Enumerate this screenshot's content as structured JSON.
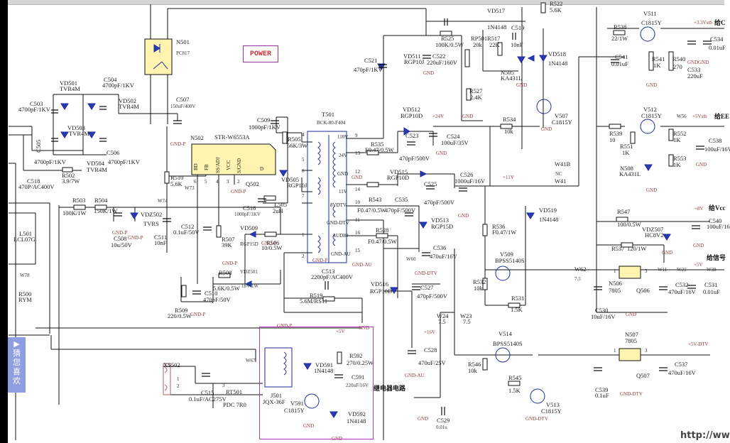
{
  "title_box": "POWER",
  "relay_section_label": "继电器电路",
  "side_panel": {
    "arrow": "▶",
    "chars": [
      "猜",
      "您",
      "喜",
      "欢"
    ]
  },
  "watermark": "http://ww",
  "components": {
    "N501": {
      "ref": "N501",
      "value": "PC817"
    },
    "N502": {
      "ref": "N502",
      "value": "STR-W6553A",
      "pins": [
        "BD",
        "FB",
        "SS/ADJ",
        "VCC",
        "S/GND",
        "D"
      ],
      "pin_numbers": [
        "6",
        "5",
        "4",
        "3",
        "2",
        "1"
      ]
    },
    "T501": {
      "ref": "T501",
      "value": "BCK-80-F404",
      "primary_pins": [
        "4",
        "5",
        "6",
        "7",
        "1",
        "2"
      ],
      "secondary_taps": [
        "110V",
        "24V",
        "GND",
        "11V",
        "8VDTV",
        "GND-DTV",
        "AUDIO",
        "GND-AU"
      ],
      "secondary_pins": [
        "9",
        "13",
        "12",
        "14",
        "10",
        "11",
        "16",
        "15"
      ],
      "bottom_label": "GND-P"
    },
    "VD501": {
      "ref": "VD501",
      "value": "TVR4M"
    },
    "VD502": {
      "ref": "VD502",
      "value": "TVR4M"
    },
    "VD503": {
      "ref": "VD503",
      "value": "TVR4M"
    },
    "VD504": {
      "ref": "VD504",
      "value": "TVR4M"
    },
    "C503": {
      "ref": "C503",
      "value": "4700pF/1KV"
    },
    "C504": {
      "ref": "C504",
      "value": "4700pF/1KV"
    },
    "C505": {
      "ref": "C505",
      "value": "4700pF/1KV"
    },
    "C506": {
      "ref": "C506",
      "value": "4700pF/1KV"
    },
    "C507": {
      "ref": "C507",
      "value": "150uF/400V"
    },
    "C518": {
      "ref": "C518",
      "value": "470P/AC400V"
    },
    "R502": {
      "ref": "R502",
      "value": "3.9/7W"
    },
    "R503": {
      "ref": "R503",
      "value": "100K/1W"
    },
    "R504": {
      "ref": "R504",
      "value": "150K/1W"
    },
    "C508": {
      "ref": "C508",
      "value": "10u/50V"
    },
    "VDZ502": {
      "ref": "VDZ502",
      "value": "TVRS"
    },
    "L501": {
      "ref": "L501",
      "value": "LCL07G"
    },
    "W78": {
      "ref": "W78"
    },
    "R500": {
      "ref": "R500",
      "value": "RYM"
    },
    "R510": {
      "ref": "R510",
      "value": "5.6K"
    },
    "W73": {
      "ref": "W73"
    },
    "W74": {
      "ref": "W74"
    },
    "C511": {
      "ref": "C511",
      "value": "10nF"
    },
    "C512": {
      "ref": "C512",
      "value": "0.1uF/50V"
    },
    "R507": {
      "ref": "R507",
      "value": "39K"
    },
    "Q502": {
      "ref": "Q502"
    },
    "C509": {
      "ref": "C509",
      "value": "1000pF/1KV"
    },
    "R505": {
      "ref": "R505",
      "value": "56K/3W"
    },
    "VD505": {
      "ref": "VD505",
      "value": "RGP10J"
    },
    "L505": {
      "ref": "L505",
      "value": "2uH"
    },
    "C516": {
      "ref": "C516",
      "value": "1000pF/1KV"
    },
    "VD509": {
      "ref": "VD509",
      "value": "RGP15D"
    },
    "R506": {
      "ref": "R506",
      "value": "10/0.5W"
    },
    "R508": {
      "ref": "R508",
      "value": "5.6K/0.5W"
    },
    "VDZ501": {
      "ref": "VDZ501",
      "value": "18V/1W"
    },
    "C510": {
      "ref": "C510",
      "value": "470pF/50V"
    },
    "R509": {
      "ref": "R509",
      "value": "220/0.5W"
    },
    "C513": {
      "ref": "C513",
      "value": "2200pF/AC400V"
    },
    "R519": {
      "ref": "R519",
      "value": "5.6M/RS11"
    },
    "XS502": {
      "ref": "XS502",
      "pins": [
        "1",
        "2"
      ]
    },
    "C515": {
      "ref": "C515",
      "value": "0.1uF/AC275V"
    },
    "RT501": {
      "ref": "RT501",
      "value": "PDC 7R0",
      "pin": "3"
    },
    "W67": {
      "ref": "W67"
    },
    "J501": {
      "ref": "J501",
      "value": "JQX-36F"
    },
    "VD591": {
      "ref": "VD591",
      "value": "1N4148"
    },
    "R592": {
      "ref": "R592",
      "value": "270/0.25W"
    },
    "C591": {
      "ref": "C591",
      "value": "220uF/16V"
    },
    "V591": {
      "ref": "V591",
      "value": "C1815Y"
    },
    "VD592": {
      "ref": "VD592",
      "value": "1N4148"
    },
    "C521": {
      "ref": "C521",
      "value": "470pF/1KV"
    },
    "VD511": {
      "ref": "VD511",
      "value": "RGP10J"
    },
    "C522": {
      "ref": "C522",
      "value": "220uF/160V"
    },
    "R525": {
      "ref": "R525",
      "value": "100K/0.5W"
    },
    "RP501": {
      "ref": "RP501",
      "value": "20k"
    },
    "R517": {
      "ref": "R517",
      "value": "22K"
    },
    "C519": {
      "ref": "C519",
      "value": "10nF"
    },
    "VD517": {
      "ref": "VD517",
      "value": "1N4148"
    },
    "N505": {
      "ref": "N505",
      "value": "KA431L"
    },
    "R527": {
      "ref": "R527",
      "value": "2.4K"
    },
    "R522": {
      "ref": "R522",
      "value": "5.6K"
    },
    "VD518": {
      "ref": "VD518",
      "value": "1N4148"
    },
    "V507": {
      "ref": "V507",
      "value": "C1815Y"
    },
    "VD512": {
      "ref": "VD512",
      "value": "RGP10D"
    },
    "C523": {
      "ref": "C523",
      "value": "470pF/500V"
    },
    "R535": {
      "ref": "R535",
      "value": "F0.47/0.5W"
    },
    "C524": {
      "ref": "C524",
      "value": "100uF/35V"
    },
    "R534": {
      "ref": "R534",
      "value": "10k"
    },
    "VD515": {
      "ref": "VD515",
      "value": "RGP10D"
    },
    "C525": {
      "ref": "C525",
      "value": "470pF/500V"
    },
    "C526": {
      "ref": "C526",
      "value": "1000uF/16V"
    },
    "R543": {
      "ref": "R543",
      "value": "F0.47/0.5W"
    },
    "C535": {
      "ref": "C535",
      "value": "470pF/500V"
    },
    "VD513": {
      "ref": "VD513",
      "value": "RGP15D"
    },
    "C536": {
      "ref": "C536",
      "value": "470uF/16V"
    },
    "W66": {
      "ref": "W66"
    },
    "R528": {
      "ref": "R528",
      "value": "F0.47/0.5W"
    },
    "VD516": {
      "ref": "VD516",
      "value": "RGP10D"
    },
    "C527": {
      "ref": "C527",
      "value": "470pF/500V"
    },
    "W24": {
      "ref": "W24",
      "value": "7.5"
    },
    "W23": {
      "ref": "W23",
      "value": "7.5"
    },
    "C528": {
      "ref": "C528",
      "value": "470uF/25V"
    },
    "C529": {
      "ref": "C529",
      "value": "0.01u"
    },
    "R536": {
      "ref": "R536",
      "value": "F0.47/1W"
    },
    "V509": {
      "ref": "V509",
      "value": "BPSS5140S"
    },
    "R532": {
      "ref": "R532",
      "value": "10k"
    },
    "R531": {
      "ref": "R531",
      "value": "1.5K"
    },
    "VD519": {
      "ref": "VD519",
      "value": "1N4148"
    },
    "W41B": {
      "ref": "W41B",
      "value": "NC"
    },
    "W41": {
      "ref": "W41"
    },
    "V514": {
      "ref": "V514",
      "value": "BPSS5140S"
    },
    "R546": {
      "ref": "R546",
      "value": "10k"
    },
    "R545": {
      "ref": "R545",
      "value": "1.5K"
    },
    "V513": {
      "ref": "V513",
      "value": "C1815Y"
    },
    "R538": {
      "ref": "R538",
      "value": "22/1W"
    },
    "V511": {
      "ref": "V511",
      "value": "C1815Y"
    },
    "C541": {
      "ref": "C541",
      "value": "0.01uF"
    },
    "R541": {
      "ref": "R541",
      "value": "1K"
    },
    "R540": {
      "ref": "R540",
      "value": "270"
    },
    "C533": {
      "ref": "C533",
      "value": "220uF"
    },
    "C534": {
      "ref": "C534",
      "value": "0.01uF"
    },
    "R539": {
      "ref": "R539",
      "value": "10"
    },
    "V512": {
      "ref": "V512",
      "value": "C1815Y"
    },
    "R551": {
      "ref": "R551",
      "value": "1K"
    },
    "R552": {
      "ref": "R552",
      "value": "1K"
    },
    "R553": {
      "ref": "R553",
      "value": "1K"
    },
    "N508": {
      "ref": "N508",
      "value": "KA431L"
    },
    "W56": {
      "ref": "W56"
    },
    "C538": {
      "ref": "C538",
      "value": "100uF/16V"
    },
    "R547": {
      "ref": "R547",
      "value": "100/0.5W"
    },
    "VDZ507": {
      "ref": "VDZ507",
      "value": "HC8V2"
    },
    "C540": {
      "ref": "C540",
      "value": "100uF/16V"
    },
    "R537": {
      "ref": "R537",
      "value": "120/1W"
    },
    "W62": {
      "ref": "W62",
      "value": "7.5"
    },
    "N506": {
      "ref": "N506",
      "value": "7805",
      "pins": [
        "1",
        "3",
        "2"
      ]
    },
    "Q506": {
      "ref": "Q506"
    },
    "C530": {
      "ref": "C530",
      "value": "10uF/16V"
    },
    "W11": {
      "ref": "W11"
    },
    "W21": {
      "ref": "W21"
    },
    "W38": {
      "ref": "W38"
    },
    "C532": {
      "ref": "C532",
      "value": "470uF/16V"
    },
    "C531": {
      "ref": "C531",
      "value": "0.01uF"
    },
    "N507": {
      "ref": "N507",
      "value": "7805",
      "pins": [
        "1",
        "3",
        "2"
      ]
    },
    "Q507": {
      "ref": "Q507"
    },
    "C539": {
      "ref": "C539",
      "value": "0.1uF"
    },
    "C537": {
      "ref": "C537",
      "value": "470uF/16V"
    }
  },
  "nets": {
    "gnd": "GND",
    "gnd_p": "GND-P",
    "gnd_au": "GND-AU",
    "gnd_dtv": "GND-DTV",
    "v24": "+24V",
    "v11": "+11V",
    "v16": "+16V",
    "v5": "+5V",
    "v8": "+8V",
    "v33stb": "+3.3Vstb",
    "v5stb": "+5Vstb",
    "v5dtv": "+5V-DTV"
  },
  "notes": {
    "to_cpu": "给C",
    "to_ee": "给EE",
    "to_vcc": "给Vcc",
    "to_signal": "给信号"
  },
  "colors": {
    "wire": "#111111",
    "component": "#1d2a9a",
    "net_label": "#8b3a3a",
    "ic_fill": "#fff5b0",
    "section_border": "#b536b8",
    "power_text": "#c0343a"
  }
}
